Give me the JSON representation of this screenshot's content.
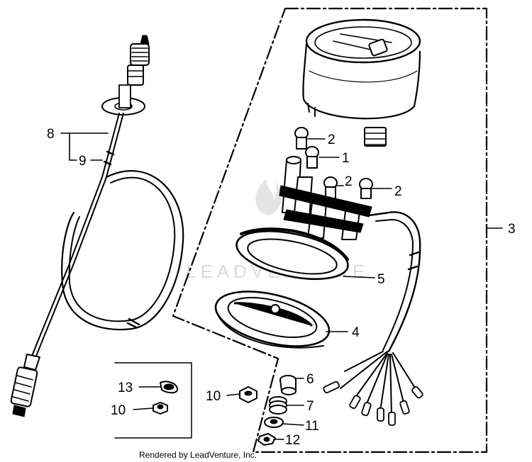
{
  "diagram": {
    "callouts": {
      "c1": "1",
      "c2a": "2",
      "c2b": "2",
      "c2c": "2",
      "c3": "3",
      "c4": "4",
      "c5": "5",
      "c6": "6",
      "c7": "7",
      "c8": "8",
      "c9": "9",
      "c10a": "10",
      "c10b": "10",
      "c11": "11",
      "c12": "12",
      "c13": "13"
    },
    "credit": "Rendered by LeadVenture, Inc.",
    "watermark": "LEADVENTURE"
  }
}
